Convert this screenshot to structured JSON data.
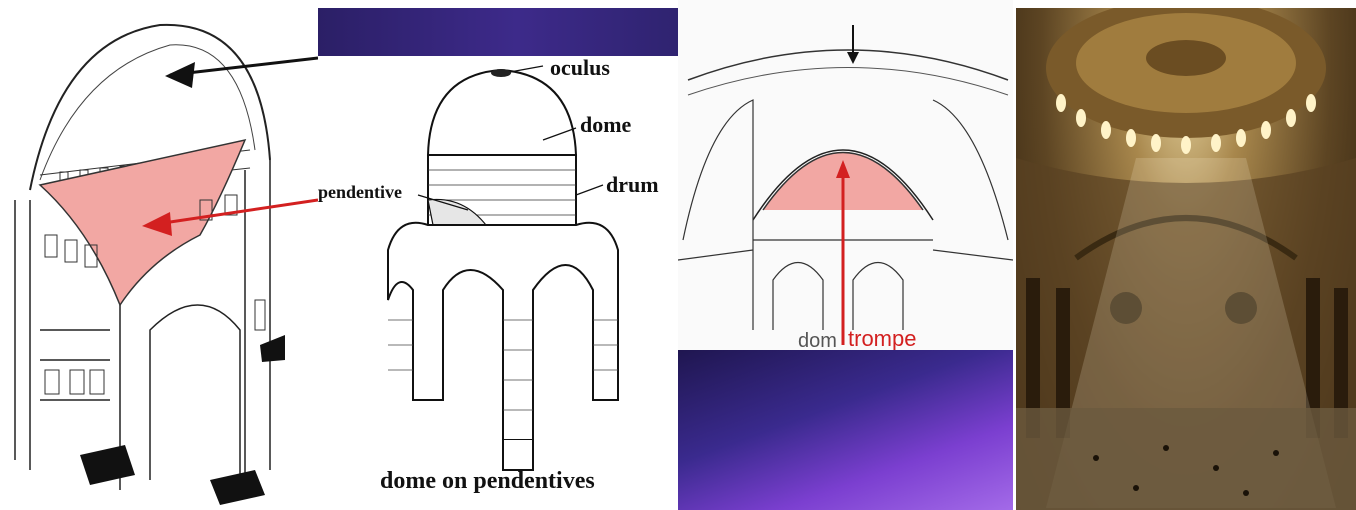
{
  "panel_left": {
    "label_pendentive": "pendentive"
  },
  "panel_center": {
    "label_oculus": "oculus",
    "label_dome": "dome",
    "label_drum": "drum",
    "caption": "dome on pendentives"
  },
  "panel_right": {
    "label_trompe": "trompe",
    "label_partial": "dom"
  },
  "colors": {
    "highlight": "#f2a7a3",
    "arrow_red": "#d32020",
    "purple_dark": "#2b1f66",
    "purple_light": "#a36ae8"
  },
  "icons": {
    "photo": "interior-photo-hagia-sophia"
  }
}
